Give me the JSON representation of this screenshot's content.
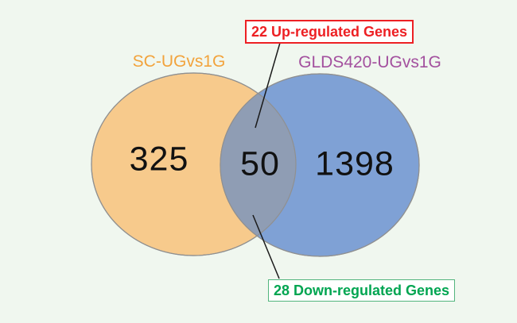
{
  "background_color": "#F0F7EF",
  "venn": {
    "left_set": {
      "label": "SC-UGvs1G",
      "label_color": "#F2A33C",
      "fill": "#F7CA8C",
      "unique_count": "325"
    },
    "right_set": {
      "label": "GLDS420-UGvs1G",
      "label_color": "#A3509E",
      "fill": "#7FA1D5",
      "unique_count": "1398"
    },
    "overlap": {
      "count": "50",
      "fill": "#8F9DB4"
    },
    "outline_color": "#909090",
    "leader_line_color": "#1A1A1A"
  },
  "annotations": {
    "up_regulated": {
      "text": "22 Up-regulated Genes",
      "text_color": "#ED2024",
      "border_color": "#ED2024"
    },
    "down_regulated": {
      "text": "28 Down-regulated Genes",
      "text_color": "#00A551",
      "border_color": "#53B57E"
    }
  },
  "chart_data": {
    "type": "venn",
    "sets": [
      {
        "label": "SC-UGvs1G",
        "unique": 325
      },
      {
        "label": "GLDS420-UGvs1G",
        "unique": 1398
      }
    ],
    "intersection": 50,
    "intersection_breakdown": {
      "up_regulated": 22,
      "down_regulated": 28
    },
    "annotations": [
      "22 Up-regulated Genes",
      "28 Down-regulated Genes"
    ]
  }
}
